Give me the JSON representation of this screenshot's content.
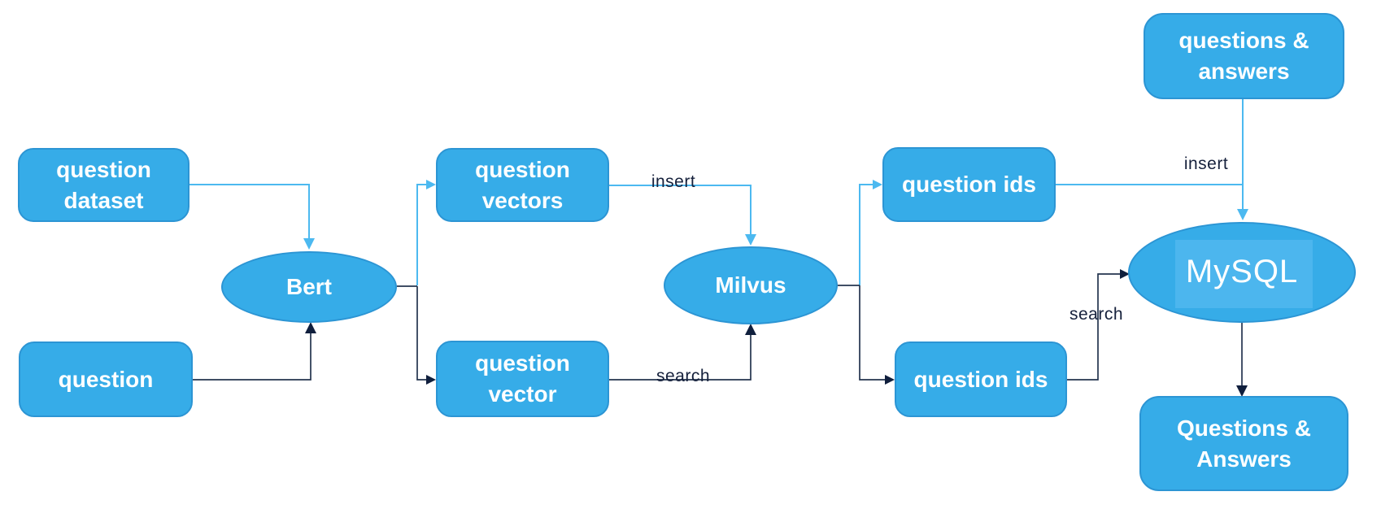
{
  "diagram": {
    "nodes": {
      "question_dataset": {
        "label": "question dataset",
        "shape": "rounded-box"
      },
      "question": {
        "label": "question",
        "shape": "rounded-box"
      },
      "bert": {
        "label": "Bert",
        "shape": "ellipse"
      },
      "question_vectors": {
        "label": "question vectors",
        "shape": "rounded-box"
      },
      "question_vector": {
        "label": "question vector",
        "shape": "rounded-box"
      },
      "milvus": {
        "label": "Milvus",
        "shape": "ellipse"
      },
      "question_ids_top": {
        "label": "question ids",
        "shape": "rounded-box"
      },
      "question_ids_bottom": {
        "label": "question ids",
        "shape": "rounded-box"
      },
      "questions_answers_input": {
        "label": "questions & answers",
        "shape": "rounded-box"
      },
      "mysql": {
        "label": "MySQL",
        "shape": "ellipse"
      },
      "questions_answers_output": {
        "label": "Questions & Answers",
        "shape": "rounded-box"
      }
    },
    "edge_labels": {
      "insert_vectors_milvus": "insert",
      "search_vector_milvus": "search",
      "insert_qa_mysql": "insert",
      "search_ids_mysql": "search"
    },
    "edges": [
      {
        "from": "question dataset",
        "to": "Bert",
        "path": "insert"
      },
      {
        "from": "Bert",
        "to": "question vectors",
        "path": "insert"
      },
      {
        "from": "question vectors",
        "to": "Milvus",
        "path": "insert",
        "label": "insert"
      },
      {
        "from": "Milvus",
        "to": "question ids (top)",
        "path": "insert"
      },
      {
        "from": "question ids (top)",
        "to": "MySQL",
        "path": "insert"
      },
      {
        "from": "questions & answers",
        "to": "MySQL",
        "path": "insert",
        "label": "insert"
      },
      {
        "from": "question",
        "to": "Bert",
        "path": "search"
      },
      {
        "from": "Bert",
        "to": "question vector",
        "path": "search"
      },
      {
        "from": "question vector",
        "to": "Milvus",
        "path": "search",
        "label": "search"
      },
      {
        "from": "Milvus",
        "to": "question ids (bottom)",
        "path": "search"
      },
      {
        "from": "question ids (bottom)",
        "to": "MySQL",
        "path": "search",
        "label": "search"
      },
      {
        "from": "MySQL",
        "to": "Questions & Answers",
        "path": "output"
      }
    ],
    "colors": {
      "node_fill": "#36ACE8",
      "node_border": "#2C95D4",
      "node_text": "#FFFFFF",
      "insert_line": "#4CB9F0",
      "search_line": "#24344F",
      "arrow_dark": "#101F3D",
      "edge_label_text": "#16213C",
      "mysql_highlight": "#54B9F0",
      "background": "#FFFFFF"
    }
  }
}
